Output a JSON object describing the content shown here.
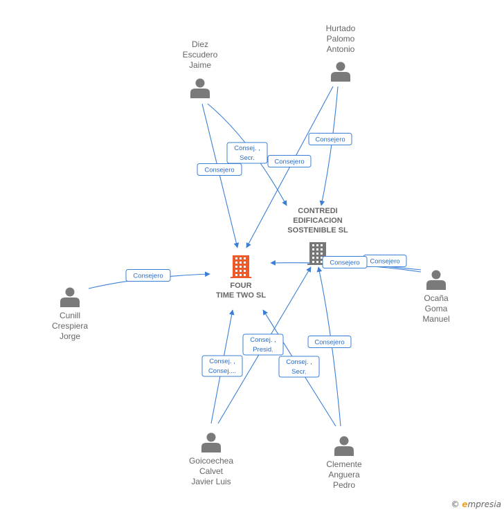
{
  "colors": {
    "edge": "#3a7fd5",
    "company_main": "#f05a28",
    "company_other": "#777777",
    "person": "#7a7a7a"
  },
  "nodes": {
    "four": {
      "lines": [
        "FOUR",
        "TIME TWO  SL"
      ],
      "icon": "building-icon",
      "color": "#f05a28"
    },
    "contredi": {
      "lines": [
        "CONTREDI",
        "EDIFICACION",
        "SOSTENIBLE SL"
      ],
      "icon": "building-icon",
      "color": "#777777"
    },
    "diez": {
      "lines": [
        "Diez",
        "Escudero",
        "Jaime"
      ],
      "icon": "person-icon"
    },
    "hurtado": {
      "lines": [
        "Hurtado",
        "Palomo",
        "Antonio"
      ],
      "icon": "person-icon"
    },
    "cunill": {
      "lines": [
        "Cunill",
        "Crespiera",
        "Jorge"
      ],
      "icon": "person-icon"
    },
    "ocana": {
      "lines": [
        "Ocaña",
        "Goma",
        "Manuel"
      ],
      "icon": "person-icon"
    },
    "goicoechea": {
      "lines": [
        "Goicoechea",
        "Calvet",
        "Javier Luis"
      ],
      "icon": "person-icon"
    },
    "clemente": {
      "lines": [
        "Clemente",
        "Anguera",
        "Pedro"
      ],
      "icon": "person-icon"
    }
  },
  "badges": [
    {
      "id": "b-diez-four",
      "lines": [
        "Consejero"
      ]
    },
    {
      "id": "b-diez-contredi",
      "lines": [
        "Consej. ,",
        "Secr."
      ]
    },
    {
      "id": "b-hurtado-four",
      "lines": [
        "Consejero"
      ]
    },
    {
      "id": "b-hurtado-contredi",
      "lines": [
        "Consejero"
      ]
    },
    {
      "id": "b-cunill-four",
      "lines": [
        "Consejero"
      ]
    },
    {
      "id": "b-ocana-contredi",
      "lines": [
        "Consejero"
      ]
    },
    {
      "id": "b-ocana-four",
      "lines": [
        "Consejero"
      ]
    },
    {
      "id": "b-goico-four",
      "lines": [
        "Consej. ,",
        "Consej...."
      ]
    },
    {
      "id": "b-goico-contredi",
      "lines": [
        "Consej. ,",
        "Presid."
      ]
    },
    {
      "id": "b-clemente-four",
      "lines": [
        "Consej. ,",
        "Secr."
      ]
    },
    {
      "id": "b-clemente-contredi",
      "lines": [
        "Consejero"
      ]
    }
  ],
  "brand": {
    "copyright": "©",
    "e": "e",
    "rest": "mpresia"
  }
}
